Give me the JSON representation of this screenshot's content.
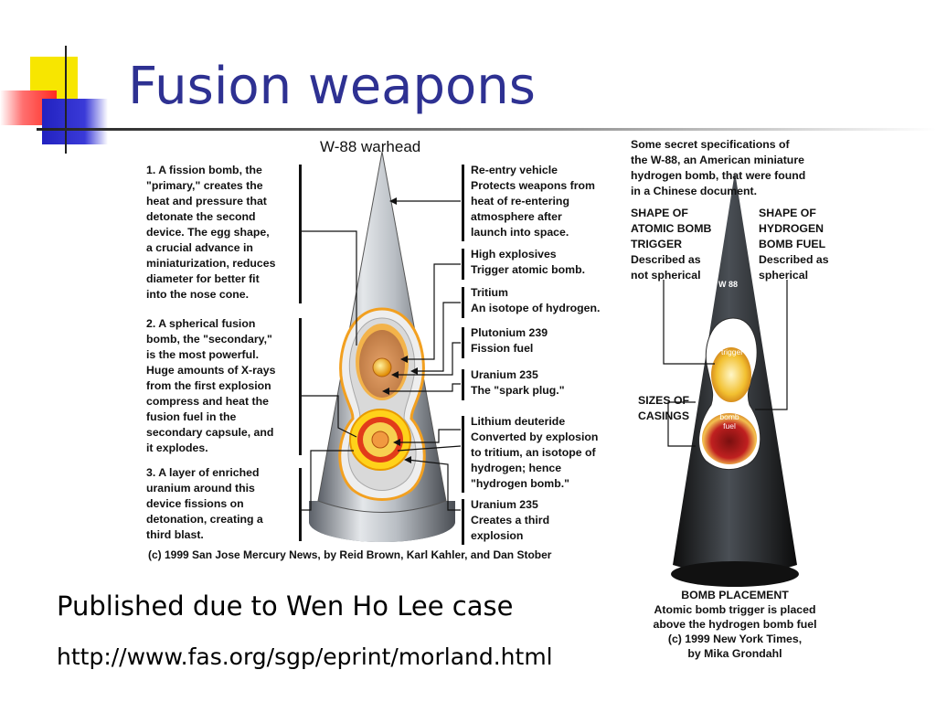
{
  "slide": {
    "title": "Fusion weapons",
    "bullets": [
      "Published due to Wen Ho Lee case",
      "http://www.fas.org/sgp/eprint/morland.html"
    ]
  },
  "left_figure": {
    "title": "W-88 warhead",
    "left_notes": [
      "1. A fission bomb, the\n\"primary,\" creates the\nheat and pressure that\ndetonate the second\ndevice.  The egg shape,\na crucial advance in\nminiaturization, reduces\ndiameter for better fit\ninto the nose cone.",
      "2. A spherical fusion\nbomb, the \"secondary,\"\nis the most powerful.\nHuge amounts of X-rays\nfrom the first explosion\ncompress and heat the\nfusion fuel in the\nsecondary capsule, and\nit explodes.",
      "3. A layer of enriched\nuranium around this\ndevice fissions on\ndetonation, creating a\nthird blast."
    ],
    "right_labels": [
      "Re-entry vehicle\nProtects weapons from\nheat of re-entering\natmosphere after\nlaunch into space.",
      "High explosives\nTrigger atomic bomb.",
      "Tritium\nAn isotope of hydrogen.",
      "Plutonium 239\nFission fuel",
      "Uranium 235\nThe \"spark plug.\"",
      "Lithium deuteride\nConverted by explosion\nto tritium, an isotope of\nhydrogen; hence\n\"hydrogen bomb.\"",
      "Uranium 235\nCreates a third\nexplosion"
    ],
    "credit": "(c) 1999 San Jose Mercury News, by Reid Brown, Karl Kahler, and Dan Stober"
  },
  "right_figure": {
    "intro": "Some secret specifications of\nthe W-88, an American miniature\nhydrogen bomb, that were found\nin a Chinese document.",
    "atomic_shape": "SHAPE OF\nATOMIC BOMB\nTRIGGER\nDescribed as\nnot spherical",
    "hydrogen_shape": "SHAPE OF\nHYDROGEN\nBOMB FUEL\nDescribed as\nspherical",
    "sizes": "SIZES OF\nCASINGS",
    "cone_label": "W 88",
    "trigger_label": "Atomic\nbomb\ntrigger",
    "fuel_label": "Hydrogen\nbomb\nfuel",
    "placement": "BOMB PLACEMENT\nAtomic bomb trigger is placed\nabove the hydrogen bomb fuel\n(c) 1999 New York Times,\nby Mika Grondahl"
  },
  "colors": {
    "title": "#2e3192",
    "accent_yellow": "#f5e600",
    "accent_red": "#ff3b30",
    "accent_blue": "#2828c8"
  }
}
